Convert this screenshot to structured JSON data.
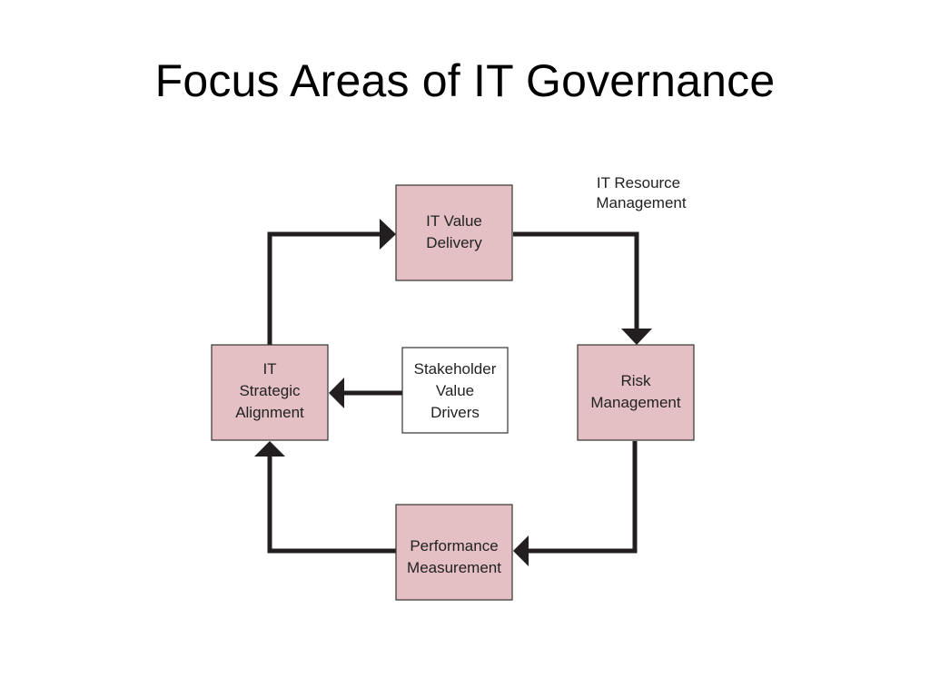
{
  "slide": {
    "title": "Focus Areas of IT Governance"
  },
  "colors": {
    "focus_box_fill": "#e4c0c5",
    "driver_box_fill": "#ffffff",
    "connector": "#231f20",
    "text": "#222222"
  },
  "diagram": {
    "nodes": {
      "value_delivery": {
        "lines": [
          "IT Value",
          "Delivery"
        ]
      },
      "risk_management": {
        "lines": [
          "Risk",
          "Management"
        ]
      },
      "performance_measurement": {
        "lines": [
          "Performance",
          "Measurement"
        ]
      },
      "strategic_alignment": {
        "lines": [
          "IT",
          "Strategic",
          "Alignment"
        ]
      },
      "stakeholder_drivers": {
        "lines": [
          "Stakeholder",
          "Value",
          "Drivers"
        ]
      }
    },
    "resource_label": {
      "lines": [
        "IT Resource",
        "Management"
      ]
    },
    "edges": [
      {
        "from": "strategic_alignment",
        "to": "value_delivery"
      },
      {
        "from": "value_delivery",
        "to": "risk_management"
      },
      {
        "from": "risk_management",
        "to": "performance_measurement"
      },
      {
        "from": "performance_measurement",
        "to": "strategic_alignment"
      },
      {
        "from": "stakeholder_drivers",
        "to": "strategic_alignment"
      }
    ]
  }
}
